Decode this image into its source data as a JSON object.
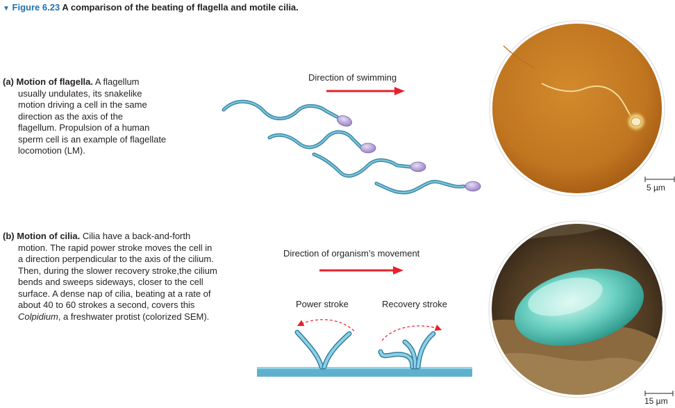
{
  "figure": {
    "number": "Figure 6.23",
    "title": "A comparison of the beating of flagella and motile cilia."
  },
  "panel_a": {
    "tag": "(a)",
    "heading": "Motion of flagella.",
    "lines": [
      "A flagellum",
      "usually undulates, its snakelike",
      "motion driving a cell in the same",
      "direction as the axis of the",
      "flagellum. Propulsion of a human",
      "sperm cell is an example of flagellate",
      "locomotion (LM)."
    ],
    "direction_label": "Direction of swimming",
    "scale_label": "5 µm"
  },
  "panel_b": {
    "tag": "(b)",
    "heading": "Motion of cilia.",
    "lines": [
      "Cilia have a back-and-forth",
      "motion. The rapid power stroke moves the cell in",
      "a direction perpendicular to the axis of the cilium.",
      "Then, during the slower recovery stroke,the cilium",
      "bends and sweeps sideways, closer to the cell",
      "surface. A dense nap of cilia, beating at a rate of",
      "about 40 to 60 strokes a second, covers this"
    ],
    "last_line_italic": "Colpidium",
    "last_line_rest": ", a freshwater protist (colorized SEM).",
    "direction_label": "Direction of organism’s movement",
    "power_label": "Power stroke",
    "recovery_label": "Recovery stroke",
    "scale_label": "15 µm"
  },
  "colors": {
    "accent_blue": "#1f6fae",
    "arrow_red": "#e8202a",
    "flagellum_blue": "#4fa3c4",
    "head_purple": "#b9a6d8"
  }
}
